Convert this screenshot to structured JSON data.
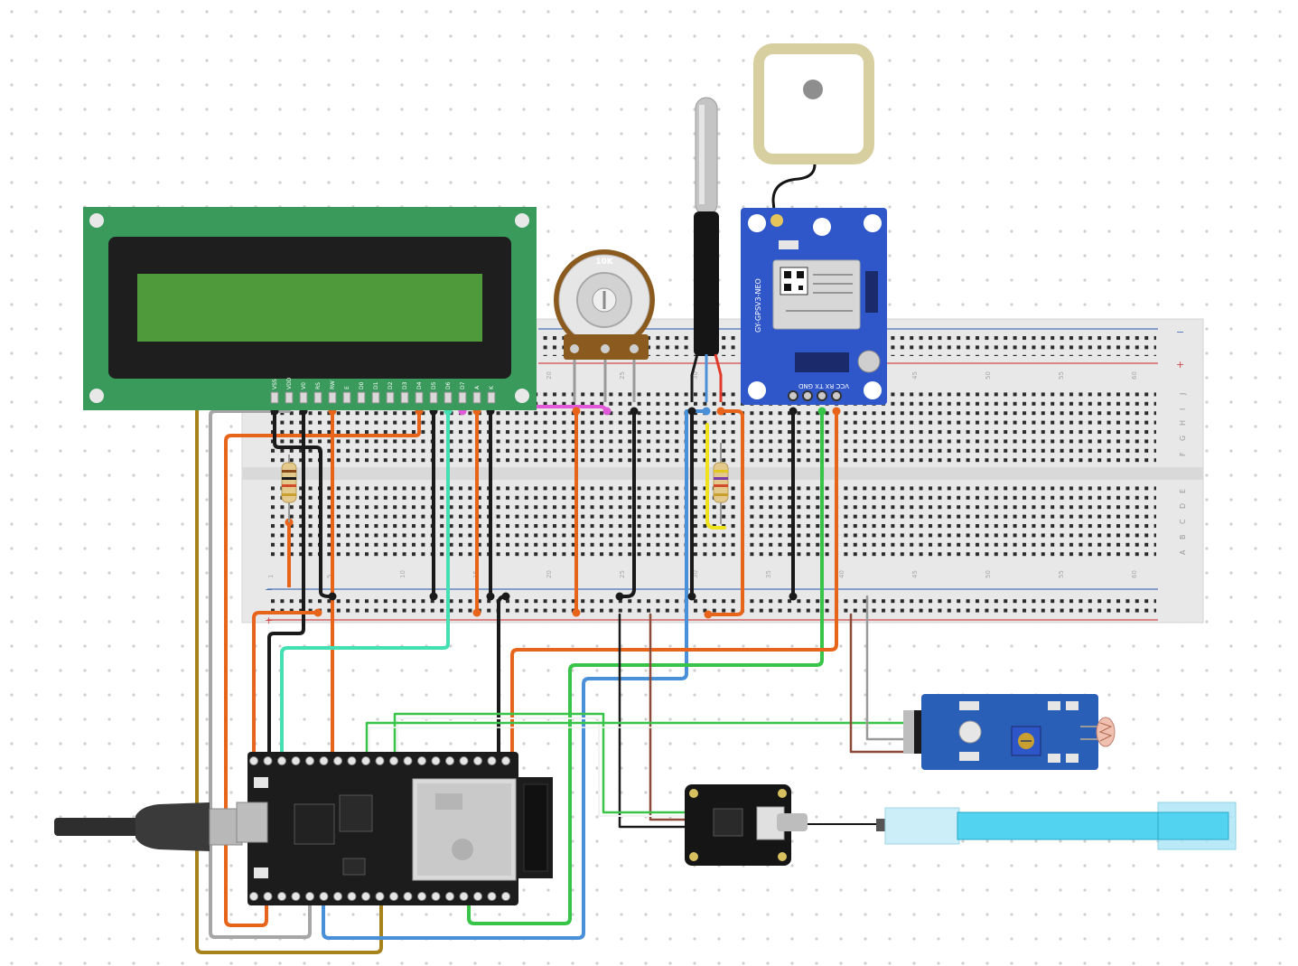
{
  "pot": {
    "label": "10K"
  },
  "gps": {
    "model": "GY-GPSV3-NEO",
    "pin_labels": "VCC RX TX GND"
  },
  "lcd": {
    "pin_labels": [
      "VSS",
      "VDD",
      "V0",
      "RS",
      "RW",
      "E",
      "D0",
      "D1",
      "D2",
      "D3",
      "D4",
      "D5",
      "D6",
      "D7",
      "A",
      "K"
    ]
  },
  "breadboard": {
    "row_letters_top": [
      "F",
      "G",
      "H",
      "I",
      "J"
    ],
    "row_letters_bottom": [
      "A",
      "B",
      "C",
      "D",
      "E"
    ],
    "column_numbers": [
      "1",
      "5",
      "10",
      "15",
      "20",
      "25",
      "30",
      "35",
      "40",
      "45",
      "50",
      "55",
      "60"
    ]
  },
  "colors": {
    "wire_black": "#1a1a1a",
    "wire_orange": "#e8641b",
    "wire_teal": "#43e0b4",
    "wire_green": "#38c448",
    "wire_blue": "#4a90d9",
    "wire_olive": "#a8821c",
    "wire_gray": "#a6a6a6",
    "wire_brown": "#8b4a3a",
    "wire_magenta": "#e05ad8",
    "wire_yellow": "#f0e21c",
    "lcd_pcb": "#3a9a5c",
    "lcd_screen": "#4f9a3a",
    "gps_pcb": "#2f57c9",
    "esp32_pcb": "#1c1c1c",
    "antenna_frame": "#d8cfa0",
    "probe_glass": "#52d3f0"
  },
  "icons": [
    "usb-cable-icon",
    "potentiometer-knob-icon",
    "gps-antenna-icon",
    "ceramic-antenna-icon"
  ]
}
